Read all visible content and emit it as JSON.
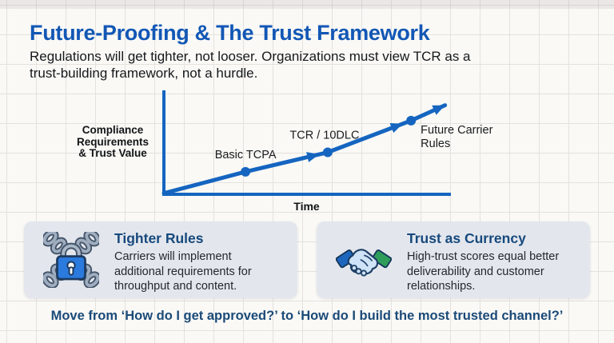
{
  "slide": {
    "title": "Future-Proofing & The Trust Framework",
    "subtitle": "Regulations will get tighter, not looser. Organizations must view TCR as a\ntrust-building framework, not a hurdle.",
    "footer": "Move from ‘How do I get approved?’ to ‘How do I build the most trusted channel?’"
  },
  "chart_data": {
    "type": "line",
    "title": "",
    "xlabel": "Time",
    "ylabel": "Compliance Requirements & Trust Value",
    "ylabel_display": "Compliance\nRequirements\n& Trust Value",
    "trend": "accelerating upward arrow from origin",
    "line_color": "#1565c0",
    "axis_color": "#1565c0",
    "grid": false,
    "legend": "none",
    "x": [
      0,
      0.286,
      0.574,
      0.866,
      0.985
    ],
    "y": [
      0.01,
      0.22,
      0.41,
      0.72,
      0.87
    ],
    "milestones": [
      {
        "label": "Basic TCPA",
        "label_side": "above"
      },
      {
        "label": "TCR / 10DLC",
        "label_side": "above"
      },
      {
        "label": "Future Carrier\nRules",
        "label_side": "right"
      }
    ]
  },
  "cards": [
    {
      "icon": "chain-lock-icon",
      "title": "Tighter Rules",
      "body": "Carriers will implement\nadditional requirements for\nthroughput and content."
    },
    {
      "icon": "handshake-icon",
      "title": "Trust as Currency",
      "body": "High-trust scores equal better\ndeliverability and customer\nrelationships."
    }
  ],
  "colors": {
    "title_blue": "#1257b5",
    "chart_blue": "#1565c0",
    "card_bg": "#e3e7ed",
    "card_title_navy": "#17497d",
    "footer_navy": "#1b4a78",
    "lock_blue": "#2b7ade",
    "sleeve_blue": "#1d66bd",
    "sleeve_green": "#2f9e5b"
  }
}
